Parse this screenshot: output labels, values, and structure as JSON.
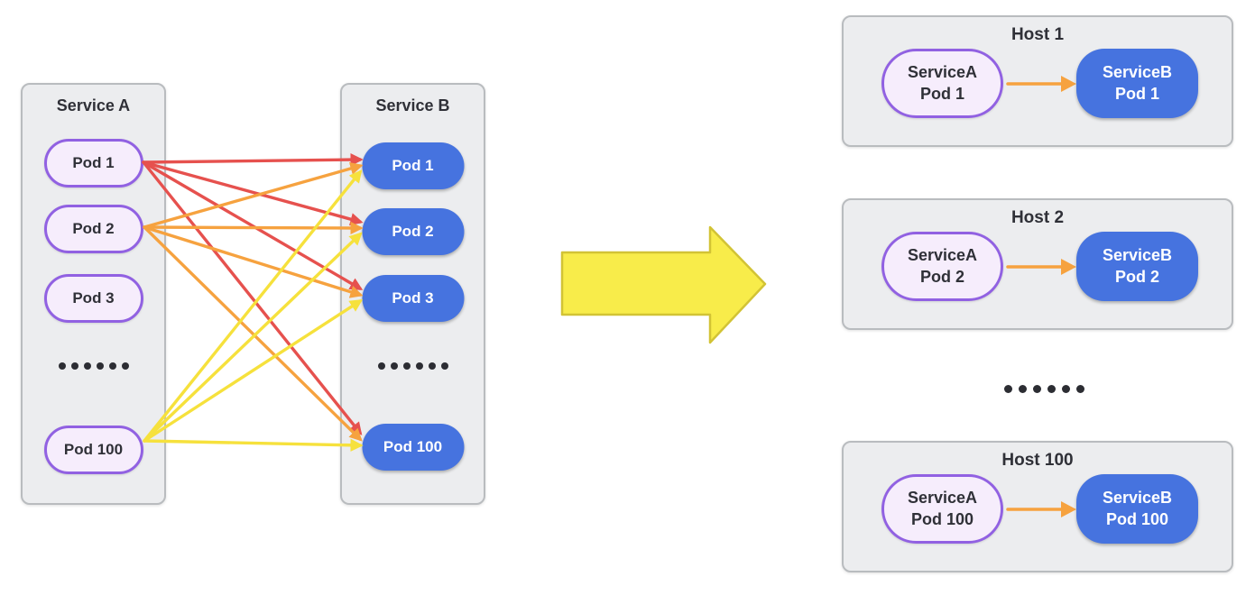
{
  "colors": {
    "red": "#e6514e",
    "orange": "#f6a23f",
    "yellow": "#f6e13c",
    "purple": "#9161e2",
    "purpleFill": "#f6edfc",
    "blue": "#4673df",
    "panelFill": "#ecedef",
    "panelBorder": "#b9bcbf",
    "bigArrowFill": "#f8ec4a",
    "bigArrowBorder": "#d2c335",
    "textDark": "#2f3037"
  },
  "before": {
    "service_a": {
      "title": "Service A",
      "pods": [
        "Pod 1",
        "Pod 2",
        "Pod 3",
        "Pod 100"
      ]
    },
    "service_b": {
      "title": "Service B",
      "pods": [
        "Pod 1",
        "Pod 2",
        "Pod 3",
        "Pod 100"
      ]
    },
    "connections": [
      {
        "from": "Pod 1",
        "to": "Pod 1",
        "color": "red"
      },
      {
        "from": "Pod 1",
        "to": "Pod 2",
        "color": "red"
      },
      {
        "from": "Pod 1",
        "to": "Pod 3",
        "color": "red"
      },
      {
        "from": "Pod 1",
        "to": "Pod 100",
        "color": "red"
      },
      {
        "from": "Pod 2",
        "to": "Pod 1",
        "color": "orange"
      },
      {
        "from": "Pod 2",
        "to": "Pod 2",
        "color": "orange"
      },
      {
        "from": "Pod 2",
        "to": "Pod 3",
        "color": "orange"
      },
      {
        "from": "Pod 2",
        "to": "Pod 100",
        "color": "orange"
      },
      {
        "from": "Pod 100",
        "to": "Pod 1",
        "color": "yellow"
      },
      {
        "from": "Pod 100",
        "to": "Pod 2",
        "color": "yellow"
      },
      {
        "from": "Pod 100",
        "to": "Pod 3",
        "color": "yellow"
      },
      {
        "from": "Pod 100",
        "to": "Pod 100",
        "color": "yellow"
      }
    ]
  },
  "transform_arrow": {
    "icon": "big-right-arrow",
    "direction": "right"
  },
  "after": {
    "hosts": [
      {
        "title": "Host 1",
        "source": {
          "line1": "ServiceA",
          "line2": "Pod 1"
        },
        "target": {
          "line1": "ServiceB",
          "line2": "Pod 1"
        },
        "link": {
          "icon": "orange-right-arrow"
        }
      },
      {
        "title": "Host 2",
        "source": {
          "line1": "ServiceA",
          "line2": "Pod 2"
        },
        "target": {
          "line1": "ServiceB",
          "line2": "Pod 2"
        },
        "link": {
          "icon": "orange-right-arrow"
        }
      },
      {
        "title": "Host 100",
        "source": {
          "line1": "ServiceA",
          "line2": "Pod 100"
        },
        "target": {
          "line1": "ServiceB",
          "line2": "Pod 100"
        },
        "link": {
          "icon": "orange-right-arrow"
        }
      }
    ]
  }
}
